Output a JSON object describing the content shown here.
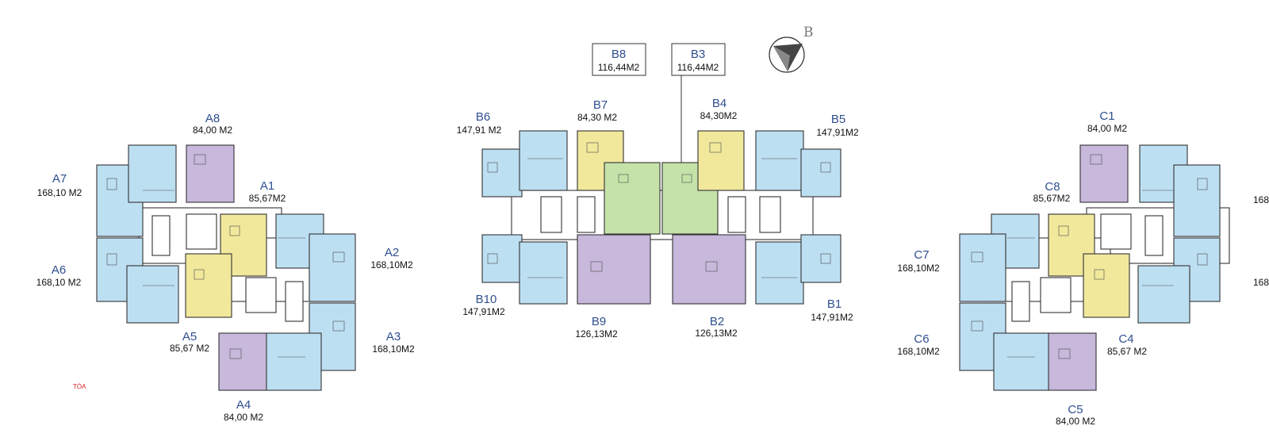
{
  "colors": {
    "blue": "#bddff2",
    "purple": "#c8b8dc",
    "yellow": "#f1e89c",
    "green": "#c5e2a9",
    "label": "#2f4f8f"
  },
  "compass": {
    "letter": "B",
    "icon": "north-arrow-icon"
  },
  "tower_tag": "TÒA",
  "callouts": [
    {
      "code": "B8",
      "area": "116,44M2"
    },
    {
      "code": "B3",
      "area": "116,44M2"
    }
  ],
  "buildings": {
    "a": {
      "units": [
        {
          "code": "A8",
          "area": "84,00 M2",
          "color": "purple"
        },
        {
          "code": "A7",
          "area": "168,10 M2",
          "color": "blue"
        },
        {
          "code": "A1",
          "area": "85,67M2",
          "color": "yellow"
        },
        {
          "code": "A2",
          "area": "168,10M2",
          "color": "blue"
        },
        {
          "code": "A6",
          "area": "168,10 M2",
          "color": "blue"
        },
        {
          "code": "A5",
          "area": "85,67 M2",
          "color": "yellow"
        },
        {
          "code": "A3",
          "area": "168,10M2",
          "color": "blue"
        },
        {
          "code": "A4",
          "area": "84,00 M2",
          "color": "purple"
        }
      ]
    },
    "b": {
      "units": [
        {
          "code": "B6",
          "area": "147,91 M2",
          "color": "blue"
        },
        {
          "code": "B7",
          "area": "84,30 M2",
          "color": "yellow"
        },
        {
          "code": "B4",
          "area": "84,30M2",
          "color": "yellow"
        },
        {
          "code": "B5",
          "area": "147,91M2",
          "color": "blue"
        },
        {
          "code": "B10",
          "area": "147,91M2",
          "color": "blue"
        },
        {
          "code": "B9",
          "area": "126,13M2",
          "color": "purple"
        },
        {
          "code": "B2",
          "area": "126,13M2",
          "color": "purple"
        },
        {
          "code": "B1",
          "area": "147,91M2",
          "color": "blue"
        }
      ]
    },
    "c": {
      "units": [
        {
          "code": "C1",
          "area": "84,00 M2",
          "color": "purple"
        },
        {
          "code": "C8",
          "area": "85,67M2",
          "color": "yellow"
        },
        {
          "code": "C7",
          "area": "168,10M2",
          "color": "blue"
        },
        {
          "code": "C6",
          "area": "168,10M2",
          "color": "blue"
        },
        {
          "code": "C4",
          "area": "85,67 M2",
          "color": "yellow"
        },
        {
          "code": "C5",
          "area": "84,00 M2",
          "color": "purple"
        },
        {
          "code": "",
          "area": "168",
          "color": "blue"
        },
        {
          "code": "",
          "area": "168",
          "color": "blue"
        }
      ]
    }
  }
}
